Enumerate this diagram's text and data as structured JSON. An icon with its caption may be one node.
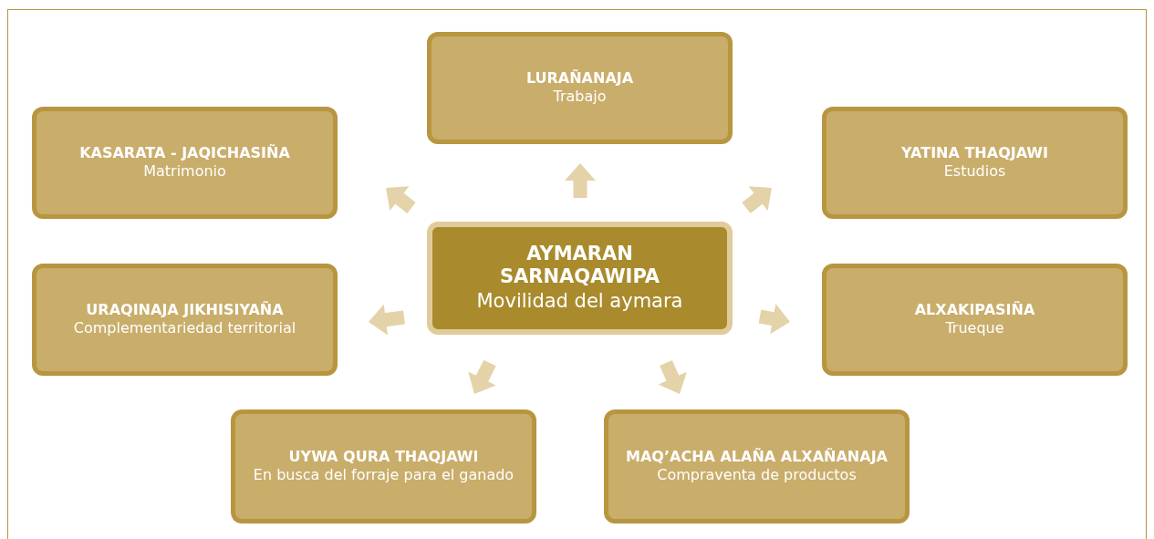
{
  "diagram": {
    "nodes": [
      {
        "text": [
          "AYMARAN SARNAQAWIPA",
          "Movilidad del aymara"
        ]
      },
      {
        "text": [
          "LURAÑANAJA",
          "Trabajo"
        ]
      },
      {
        "text": [
          "KASARATA - JAQICHASIÑA",
          "Matrimonio"
        ]
      },
      {
        "text": [
          "YATINA THAQJAWI",
          "Estudios"
        ]
      },
      {
        "text": [
          "URAQINAJA JIKHISIYAÑA",
          "Complementariedad territorial"
        ]
      },
      {
        "text": [
          "ALXAKIPASIÑA",
          "Trueque"
        ]
      },
      {
        "text": [
          "UYWA QURA THAQJAWI",
          "En busca del forraje para el ganado"
        ]
      },
      {
        "text": [
          "MAQ’ACHA ALAÑA ALXAÑANAJA",
          "Compraventa de productos"
        ]
      }
    ],
    "edges": [
      {
        "from": 0,
        "to": 1,
        "arrow": "to"
      },
      {
        "from": 0,
        "to": 2,
        "arrow": "to"
      },
      {
        "from": 0,
        "to": 3,
        "arrow": "to"
      },
      {
        "from": 0,
        "to": 4,
        "arrow": "to"
      },
      {
        "from": 0,
        "to": 5,
        "arrow": "to"
      },
      {
        "from": 0,
        "to": 6,
        "arrow": "to"
      },
      {
        "from": 0,
        "to": 7,
        "arrow": "to"
      }
    ]
  }
}
